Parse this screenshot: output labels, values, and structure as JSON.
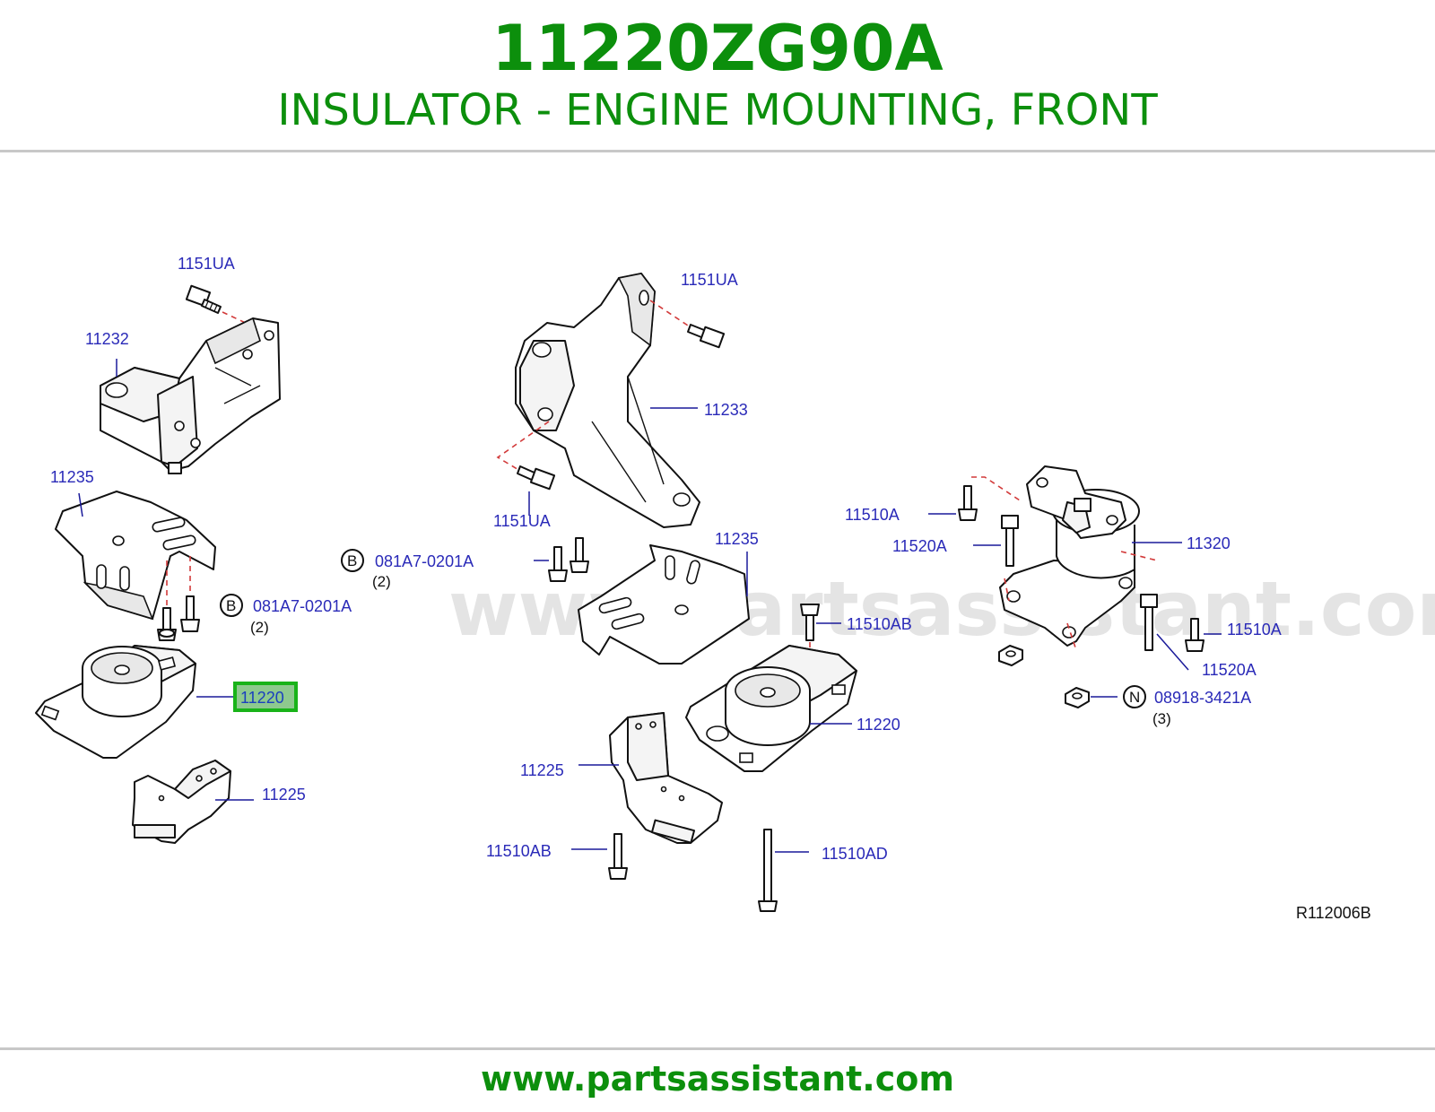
{
  "header": {
    "part_number": "11220ZG90A",
    "description": "INSULATOR - ENGINE MOUNTING, FRONT"
  },
  "diagram": {
    "watermark": "www.partsassistant.com",
    "reference_code": "R112006B",
    "labels": {
      "l_1151ua_a": "1151UA",
      "l_11232": "11232",
      "l_11235_a": "11235",
      "l_b_081a7_a": "081A7-0201A",
      "l_qty2_a": "(2)",
      "l_11220_highlight": "11220",
      "l_11225_a": "11225",
      "l_b_081a7_b": "081A7-0201A",
      "l_qty2_b": "(2)",
      "l_1151ua_b": "1151UA",
      "l_11233": "11233",
      "l_1151ua_c": "1151UA",
      "l_11235_b": "11235",
      "l_11510ab_a": "11510AB",
      "l_11220_b": "11220",
      "l_11225_b": "11225",
      "l_11510ab_b": "11510AB",
      "l_11510ad": "11510AD",
      "l_11510a_a": "11510A",
      "l_11520a_a": "11520A",
      "l_11320": "11320",
      "l_11510a_b": "11510A",
      "l_11520a_b": "11520A",
      "l_n_08918": "08918-3421A",
      "l_qty3": "(3)"
    },
    "callout_letters": {
      "b1": "B",
      "b2": "B",
      "n1": "N"
    },
    "highlight_color": "#19b319"
  },
  "footer": {
    "url": "www.partsassistant.com"
  }
}
